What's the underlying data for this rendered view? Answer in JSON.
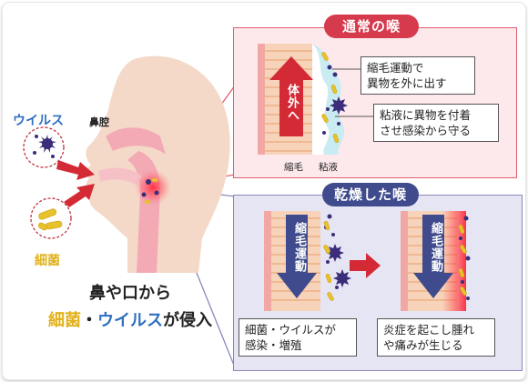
{
  "panels": {
    "normal": {
      "title": "通常の喉",
      "arrow_label": "体外へ",
      "callout_top": "縮毛運動で\n異物を外に出す",
      "callout_bottom": "粘液に異物を付着\nさせ感染から守る",
      "label_cilia": "縮毛",
      "label_mucus": "粘液"
    },
    "dry": {
      "title": "乾燥した喉",
      "arrow_label_1": "縮毛運動",
      "arrow_label_2": "縮毛運動",
      "callout_left": "細菌・ウイルスが\n感染・増殖",
      "callout_right": "炎症を起こし腫れ\nや痛みが生じる"
    }
  },
  "figure": {
    "label_nasal": "鼻腔",
    "label_virus": "ウイルス",
    "label_bacteria": "細菌"
  },
  "headline": {
    "line1": "鼻や口から",
    "bacteria": "細菌",
    "dot": "・",
    "virus": "ウイルス",
    "suffix": "が侵入"
  },
  "colors": {
    "normal_accent": "#d63a4d",
    "dry_accent": "#3f4b8c",
    "bacteria": "#e8c22a",
    "virus": "#3b2d7a"
  }
}
